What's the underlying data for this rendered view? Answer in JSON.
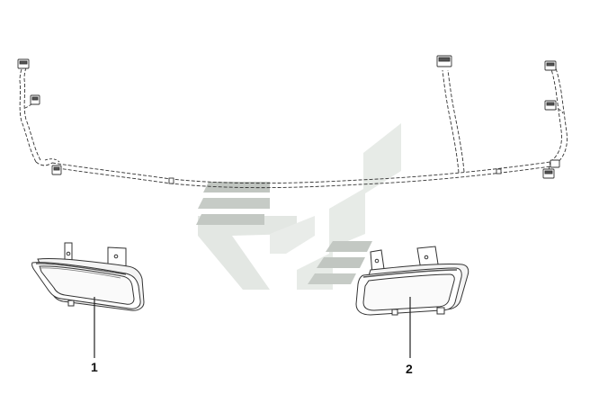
{
  "diagram": {
    "parts": [
      {
        "id": "1",
        "callout": "1"
      },
      {
        "id": "2",
        "callout": "2"
      }
    ]
  },
  "colors": {
    "linework": "#333333",
    "watermark_light": "#e7ebe7",
    "watermark_dark": "#bfc4bf"
  },
  "icons": [
    "wiring-harness-icon",
    "lamp-icon",
    "watermark-logo"
  ]
}
